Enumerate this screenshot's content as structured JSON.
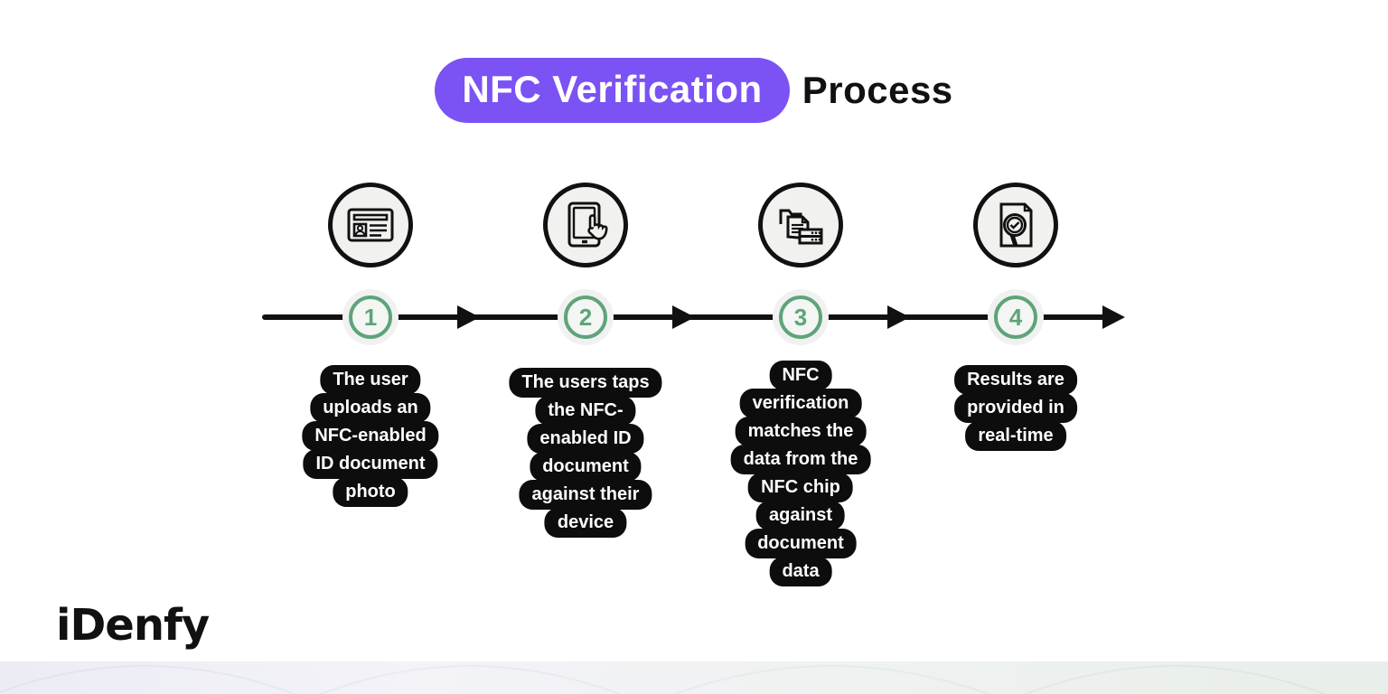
{
  "title": {
    "highlight": "NFC Verification",
    "rest": "Process"
  },
  "colors": {
    "accent_purple": "#7b52f4",
    "step_green": "#5ea47a",
    "bubble_black": "#0d0d0d",
    "icon_circle_bg": "#f1f1ef",
    "line_black": "#111111"
  },
  "logo": {
    "text": "iDenfy"
  },
  "steps": [
    {
      "number": "1",
      "icon": "id-card-icon",
      "lines": [
        "The user",
        "uploads an",
        "NFC-enabled",
        "ID document",
        "photo"
      ]
    },
    {
      "number": "2",
      "icon": "tablet-tap-icon",
      "lines": [
        "The users taps",
        "the NFC-",
        "enabled ID",
        "document",
        "against their",
        "device"
      ]
    },
    {
      "number": "3",
      "icon": "data-match-icon",
      "lines": [
        "NFC",
        "verification",
        "matches the",
        "data from the",
        "NFC chip",
        "against",
        "document",
        "data"
      ]
    },
    {
      "number": "4",
      "icon": "magnifier-check-icon",
      "lines": [
        "Results are",
        "provided in",
        "real-time"
      ]
    }
  ]
}
